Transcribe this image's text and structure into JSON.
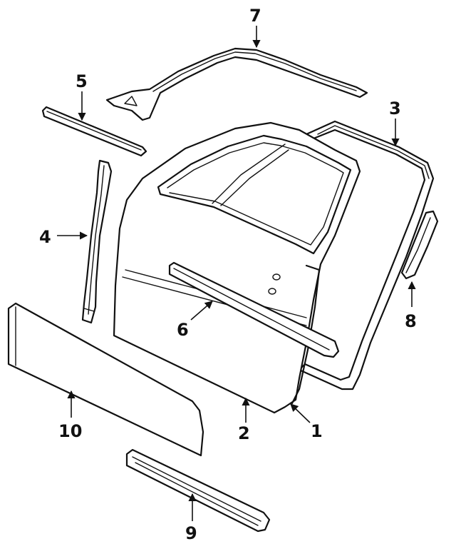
{
  "callouts": {
    "c1": "1",
    "c2": "2",
    "c3": "3",
    "c4": "4",
    "c5": "5",
    "c6": "6",
    "c7": "7",
    "c8": "8",
    "c9": "9",
    "c10": "10"
  }
}
